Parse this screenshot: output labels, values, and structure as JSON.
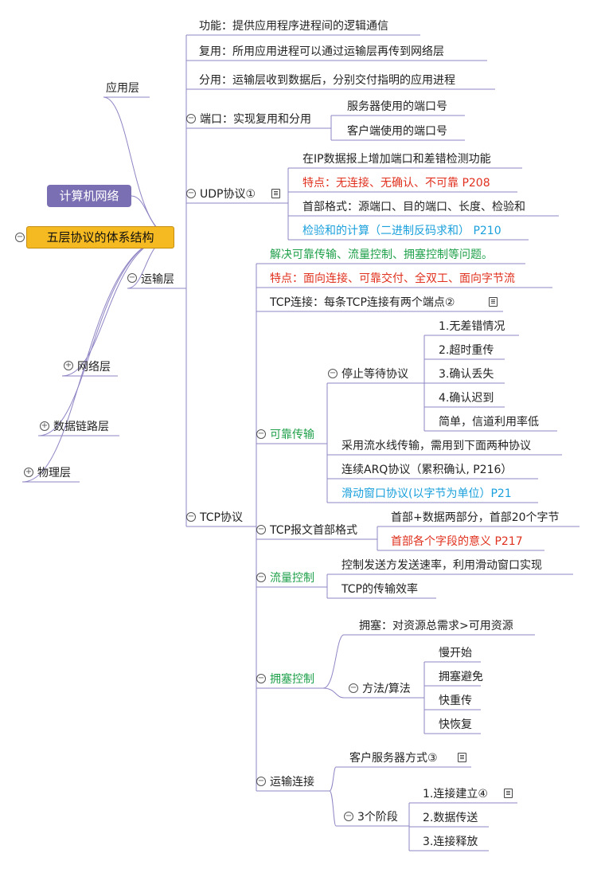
{
  "root": {
    "label": "计算机网络"
  },
  "selected": {
    "label": "五层协议的体系结构"
  },
  "layers": {
    "app": "应用层",
    "transport": "运输层",
    "network": "网络层",
    "datalink": "数据链路层",
    "physical": "物理层"
  },
  "transport": {
    "func": "功能：提供应用程序进程间的逻辑通信",
    "mux": "复用：所用应用进程可以通过运输层再传到网络层",
    "demux": "分用：运输层收到数据后，分别交付指明的应用进程",
    "port": {
      "label": "端口：实现复用和分用",
      "server": "服务器使用的端口号",
      "client": "客户端使用的端口号"
    },
    "udp": {
      "label": "UDP协议①",
      "c1": "在IP数据报上增加端口和差错检测功能",
      "c2": "特点：无连接、无确认、不可靠 P208",
      "c3": "首部格式：源端口、目的端口、长度、检验和",
      "c4": "检验和的计算（二进制反码求和） P210"
    },
    "tcp": {
      "label": "TCP协议",
      "solve": "解决可靠传输、流量控制、拥塞控制等问题。",
      "feature": "特点：面向连接、可靠交付、全双工、面向字节流",
      "conn": "TCP连接：每条TCP连接有两个端点②",
      "reliable": {
        "label": "可靠传输",
        "stopwait": {
          "label": "停止等待协议",
          "items": [
            "1.无差错情况",
            "2.超时重传",
            "3.确认丢失",
            "4.确认迟到",
            "简单，信道利用率低"
          ]
        },
        "pipeline": "采用流水线传输，需用到下面两种协议",
        "arq": "连续ARQ协议（累积确认, P216）",
        "sliding": "滑动窗口协议(以字节为单位）P21"
      },
      "header": {
        "label": "TCP报文首部格式",
        "c1": "首部+数据两部分，首部20个字节",
        "c2": "首部各个字段的意义 P217"
      },
      "flow": {
        "label": "流量控制",
        "c1": "控制发送方发送速率，利用滑动窗口实现",
        "c2": "TCP的传输效率"
      },
      "congestion": {
        "label": "拥塞控制",
        "def": "拥塞：对资源总需求>可用资源",
        "method": "方法/算法",
        "items": [
          "慢开始",
          "拥塞避免",
          "快重传",
          "快恢复"
        ]
      },
      "transconn": {
        "label": "运输连接",
        "cs": "客户服务器方式③",
        "phases": "3个阶段",
        "items": [
          "1.连接建立④",
          "2.数据传送",
          "3.连接释放"
        ]
      }
    }
  },
  "colors": {
    "branch": "#8e85c4",
    "root": "#7b6fb3",
    "selected": "#f5b921",
    "red": "#e0301e",
    "green": "#1fa04a",
    "blue": "#1aa0dc"
  }
}
